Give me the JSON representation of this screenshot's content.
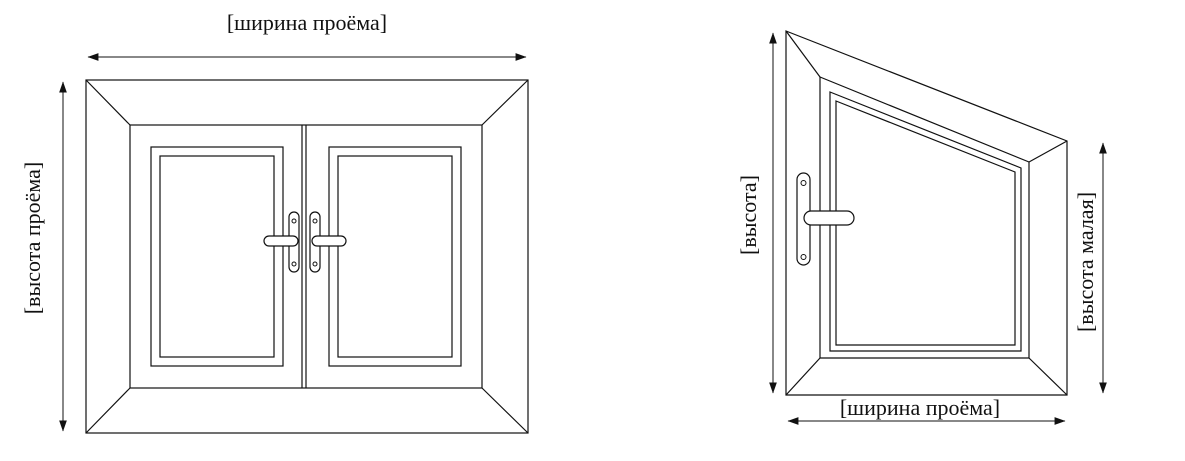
{
  "left_diagram": {
    "width_label": "[ширина проёма]",
    "height_label": "[высота проёма]"
  },
  "right_diagram": {
    "height_label": "[высота]",
    "small_height_label": "[высота малая]",
    "width_label": "[ширина проёма]"
  }
}
